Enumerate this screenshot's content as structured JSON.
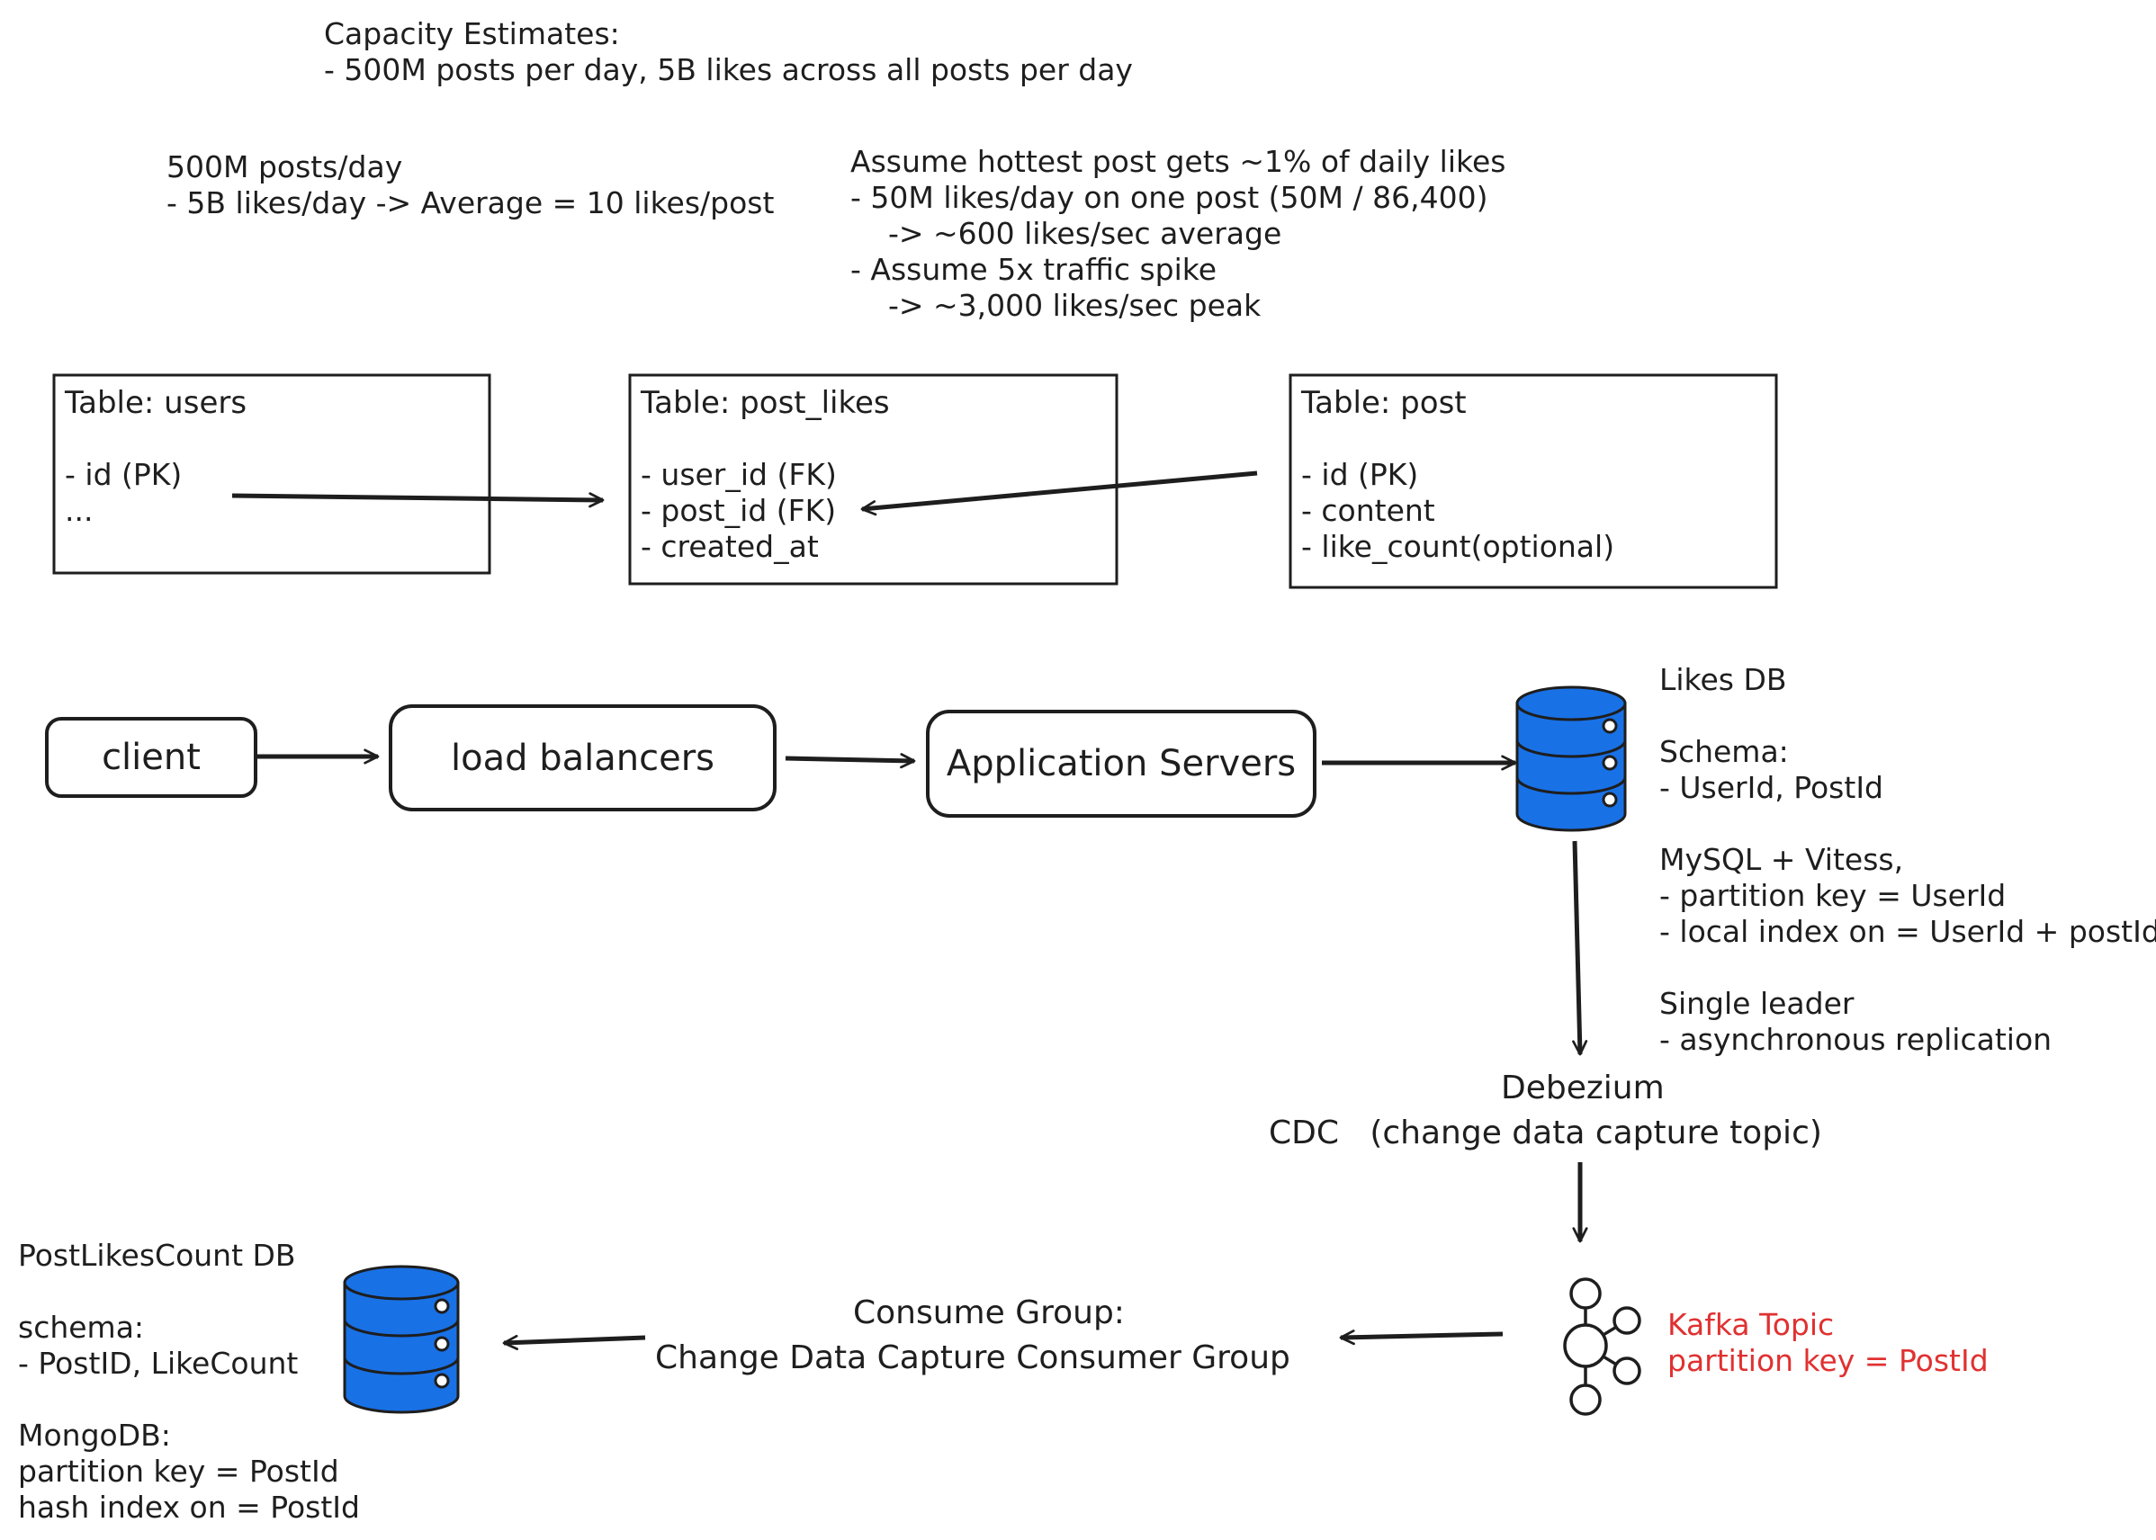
{
  "capacity": {
    "title": "Capacity Estimates:",
    "line1": "- 500M posts per day, 5B likes across all posts per day"
  },
  "avg_note": {
    "line1": "500M posts/day",
    "line2": "- 5B likes/day -> Average = 10 likes/post"
  },
  "hot_note": {
    "line1": "Assume hottest post gets ~1% of daily likes",
    "line2": "- 50M likes/day on one post (50M / 86,400)",
    "line3": "    -> ~600 likes/sec average",
    "line4": "- Assume 5x traffic spike",
    "line5": "    -> ~3,000 likes/sec peak"
  },
  "tables": {
    "users": {
      "title": "Table: users",
      "fields": [
        "- id (PK)",
        "..."
      ]
    },
    "post_likes": {
      "title": "Table: post_likes",
      "fields": [
        "- user_id (FK)",
        "- post_id (FK)",
        "- created_at"
      ]
    },
    "post": {
      "title": "Table: post",
      "fields": [
        "- id (PK)",
        "- content",
        "- like_count(optional)"
      ]
    }
  },
  "flow": {
    "client": "client",
    "load_balancers": "load balancers",
    "app_servers": "Application Servers"
  },
  "likes_db": {
    "title": "Likes DB",
    "schema_label": "Schema:",
    "schema_fields": "- UserId, PostId",
    "engine": "MySQL + Vitess,",
    "partition": "- partition key = UserId",
    "index": "- local index on = UserId + postId",
    "leader": "Single leader",
    "replication": "- asynchronous replication"
  },
  "cdc": {
    "title": "Debezium",
    "subtitle": "CDC   (change data capture topic)"
  },
  "kafka": {
    "line1": "Kafka Topic",
    "line2": "partition key = PostId",
    "color": "#e03131"
  },
  "consumer": {
    "line1": "Consume Group:",
    "line2": "Change Data Capture Consumer Group"
  },
  "count_db": {
    "title": "PostLikesCount DB",
    "schema_label": "schema:",
    "schema_fields": "- PostID, LikeCount",
    "engine": "MongoDB:",
    "partition": "partition key = PostId",
    "index": "hash index on = PostId"
  },
  "colors": {
    "db_fill": "#1971e6",
    "stroke": "#1e1e1e"
  }
}
